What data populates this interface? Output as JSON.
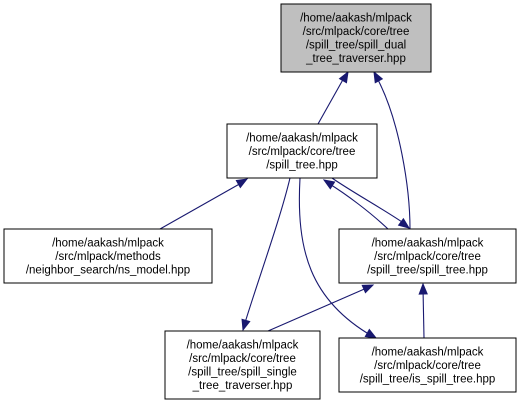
{
  "diagram": {
    "nodes": [
      {
        "id": "spill_dual_tree_traverser",
        "lines": [
          "/home/aakash/mlpack",
          "/src/mlpack/core/tree",
          "/spill_tree/spill_dual",
          "_tree_traverser.hpp"
        ],
        "highlighted": true
      },
      {
        "id": "spill_tree_hpp",
        "lines": [
          "/home/aakash/mlpack",
          "/src/mlpack/core/tree",
          "/spill_tree.hpp"
        ],
        "highlighted": false
      },
      {
        "id": "ns_model",
        "lines": [
          "/home/aakash/mlpack",
          "/src/mlpack/methods",
          "/neighbor_search/ns_model.hpp"
        ],
        "highlighted": false
      },
      {
        "id": "spill_tree_spill_tree",
        "lines": [
          "/home/aakash/mlpack",
          "/src/mlpack/core/tree",
          "/spill_tree/spill_tree.hpp"
        ],
        "highlighted": false
      },
      {
        "id": "spill_single_tree_traverser",
        "lines": [
          "/home/aakash/mlpack",
          "/src/mlpack/core/tree",
          "/spill_tree/spill_single",
          "_tree_traverser.hpp"
        ],
        "highlighted": false
      },
      {
        "id": "is_spill_tree",
        "lines": [
          "/home/aakash/mlpack",
          "/src/mlpack/core/tree",
          "/spill_tree/is_spill_tree.hpp"
        ],
        "highlighted": false
      }
    ],
    "edges": [
      {
        "from": "spill_tree_hpp",
        "to": "spill_dual_tree_traverser"
      },
      {
        "from": "spill_tree_spill_tree",
        "to": "spill_dual_tree_traverser"
      },
      {
        "from": "ns_model",
        "to": "spill_tree_hpp"
      },
      {
        "from": "spill_tree_spill_tree",
        "to": "spill_tree_hpp"
      },
      {
        "from": "spill_tree_hpp",
        "to": "spill_tree_spill_tree"
      },
      {
        "from": "spill_tree_hpp",
        "to": "spill_single_tree_traverser"
      },
      {
        "from": "spill_tree_hpp",
        "to": "is_spill_tree"
      },
      {
        "from": "spill_single_tree_traverser",
        "to": "spill_tree_spill_tree"
      },
      {
        "from": "is_spill_tree",
        "to": "spill_tree_spill_tree"
      }
    ],
    "colors": {
      "highlight_fill": "#bfbfbf",
      "node_fill": "#ffffff",
      "border": "#000000",
      "edge": "#191970"
    }
  }
}
